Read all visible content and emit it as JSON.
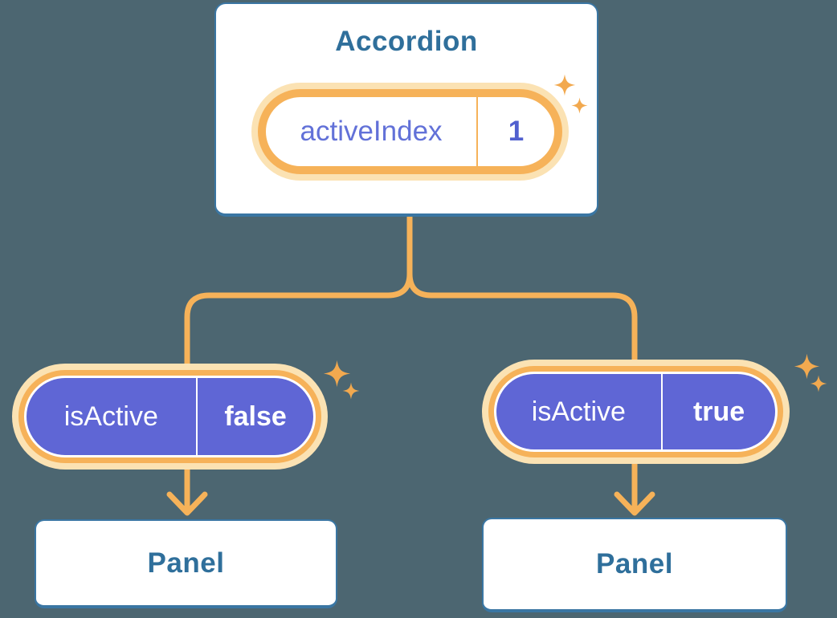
{
  "diagram": {
    "description": "React component tree: Accordion holding activeIndex state passes isActive props to two Panel children",
    "background": "#4c6671",
    "accordion": {
      "title": "Accordion",
      "state": {
        "name": "activeIndex",
        "value": "1"
      }
    },
    "branches": [
      {
        "prop": {
          "name": "isActive",
          "value": "false"
        },
        "panel": {
          "label": "Panel"
        }
      },
      {
        "prop": {
          "name": "isActive",
          "value": "true"
        },
        "panel": {
          "label": "Panel"
        }
      }
    ],
    "colors": {
      "card_border_blue": "#3a76a3",
      "heading_text_blue": "#2f6f9b",
      "connector_orange": "#f6b259",
      "glow_peach": "#fbe2b3",
      "pill_purple": "#5f66d5",
      "state_name_purple": "#6271d8",
      "state_value_purple": "#5160cf",
      "sparkle_orange": "#f2a94f",
      "card_fill": "#ffffff"
    },
    "icons": {
      "sparkle": "four-point-sparkle"
    }
  }
}
